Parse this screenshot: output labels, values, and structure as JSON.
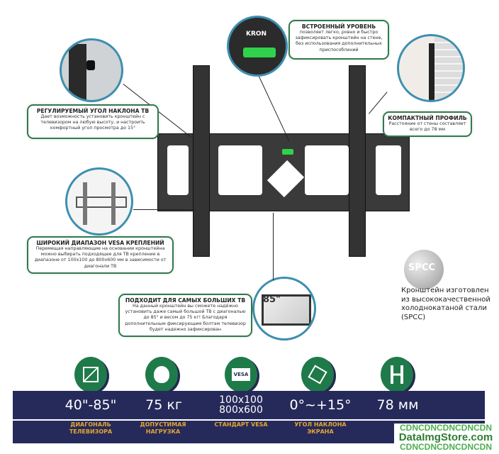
{
  "callouts": {
    "tilt": {
      "title": "РЕГУЛИРУЕМЫЙ УГОЛ НАКЛОНА ТВ",
      "text": "Дает возможность установить кронштейн с телевизором на любую высоту, и настроить комфортный угол просмотра до 15°"
    },
    "level": {
      "title": "ВСТРОЕННЫЙ УРОВЕНЬ",
      "text": "позволяет легко, ровно и быстро зафиксировать кронштейн на стене, без использования дополнительных приспособлений"
    },
    "profile": {
      "title": "КОМПАКТНЫЙ ПРОФИЛЬ",
      "text": "Расстояние от стены составляет всего до 78 мм"
    },
    "vesa": {
      "title": "ШИРОКИЙ ДИАПАЗОН VESA КРЕПЛЕНИЙ",
      "text": "Перемещая направляющие на основании кронштейна можно выбирать подходящее для ТВ крепление в диапазоне от 100x100 до 800x600 мм в зависимости от диагонали ТВ"
    },
    "largest": {
      "title": "ПОДХОДИТ ДЛЯ САМЫХ БОЛЬШИХ ТВ",
      "text": "На данный кронштейн вы сможете надёжно установить даже самый большой ТВ с диагональю до 85\" и весом до 75 кг! Благодаря дополнительным фиксирующим болтам телевизор будет надежно зафиксирован"
    }
  },
  "brand": "KRON",
  "tv_size_badge": "85\"",
  "material": {
    "badge": "SPCC",
    "text": "Кронштейн изготовлен из высококачественной холоднокатаной стали (SPCC)"
  },
  "specs": [
    {
      "icon": "diagonal-icon",
      "value": "40\"-85\"",
      "label": "ДИАГОНАЛЬ ТЕЛЕВИЗОРА"
    },
    {
      "icon": "weight-icon",
      "value": "75 кг",
      "label": "ДОПУСТИМАЯ НАГРУЗКА"
    },
    {
      "icon": "vesa-icon",
      "icon_text": "VESA",
      "value": "100x100 800x600",
      "label": "СТАНДАРТ VESA"
    },
    {
      "icon": "tilt-icon",
      "value": "0°~+15°",
      "label": "УГОЛ НАКЛОНА ЭКРАНА"
    },
    {
      "icon": "profile-icon",
      "value": "78 мм",
      "label": ""
    }
  ],
  "watermark": {
    "line1": "CDNCDNCDNCDNCDN",
    "line2": "DataImgStore.com",
    "line3": "CDNCDNCDNCDNCDN"
  },
  "colors": {
    "green": "#1f7a4a",
    "navy": "#262a5a",
    "label": "#e5a531"
  }
}
